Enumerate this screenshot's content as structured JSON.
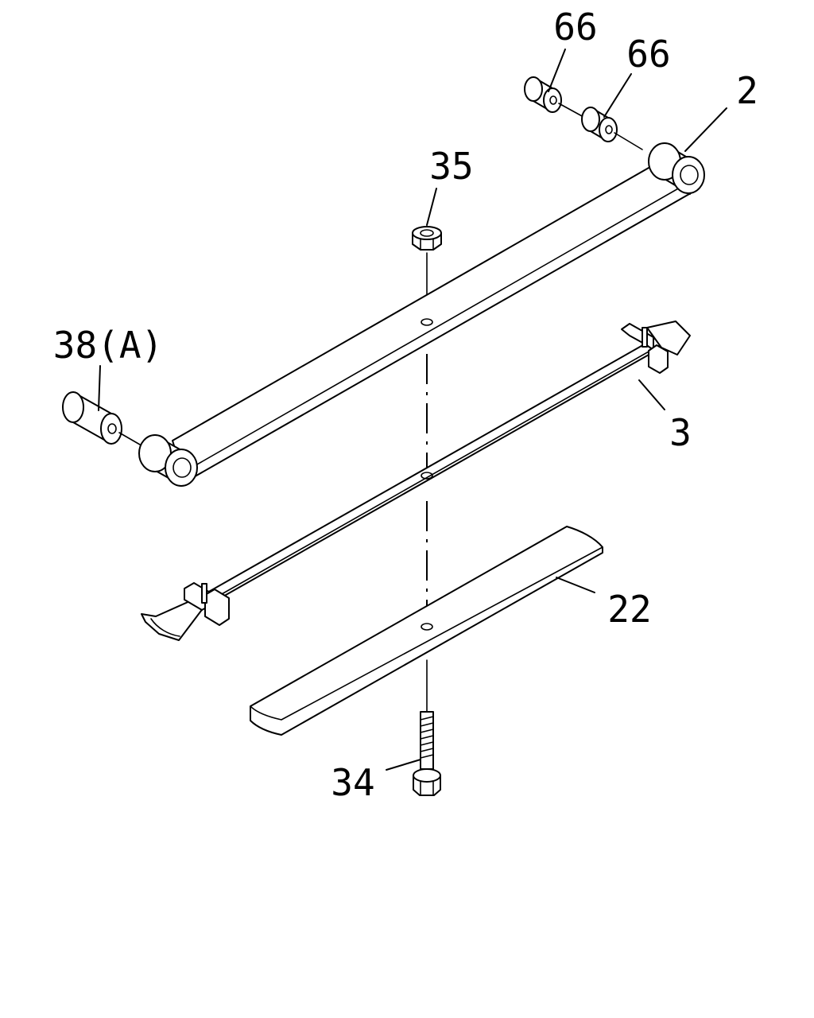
{
  "diagram": {
    "callouts": {
      "c66a": "66",
      "c66b": "66",
      "c2": "2",
      "c35": "35",
      "c38": "38(A)",
      "c3": "3",
      "c22": "22",
      "c34": "34"
    }
  }
}
